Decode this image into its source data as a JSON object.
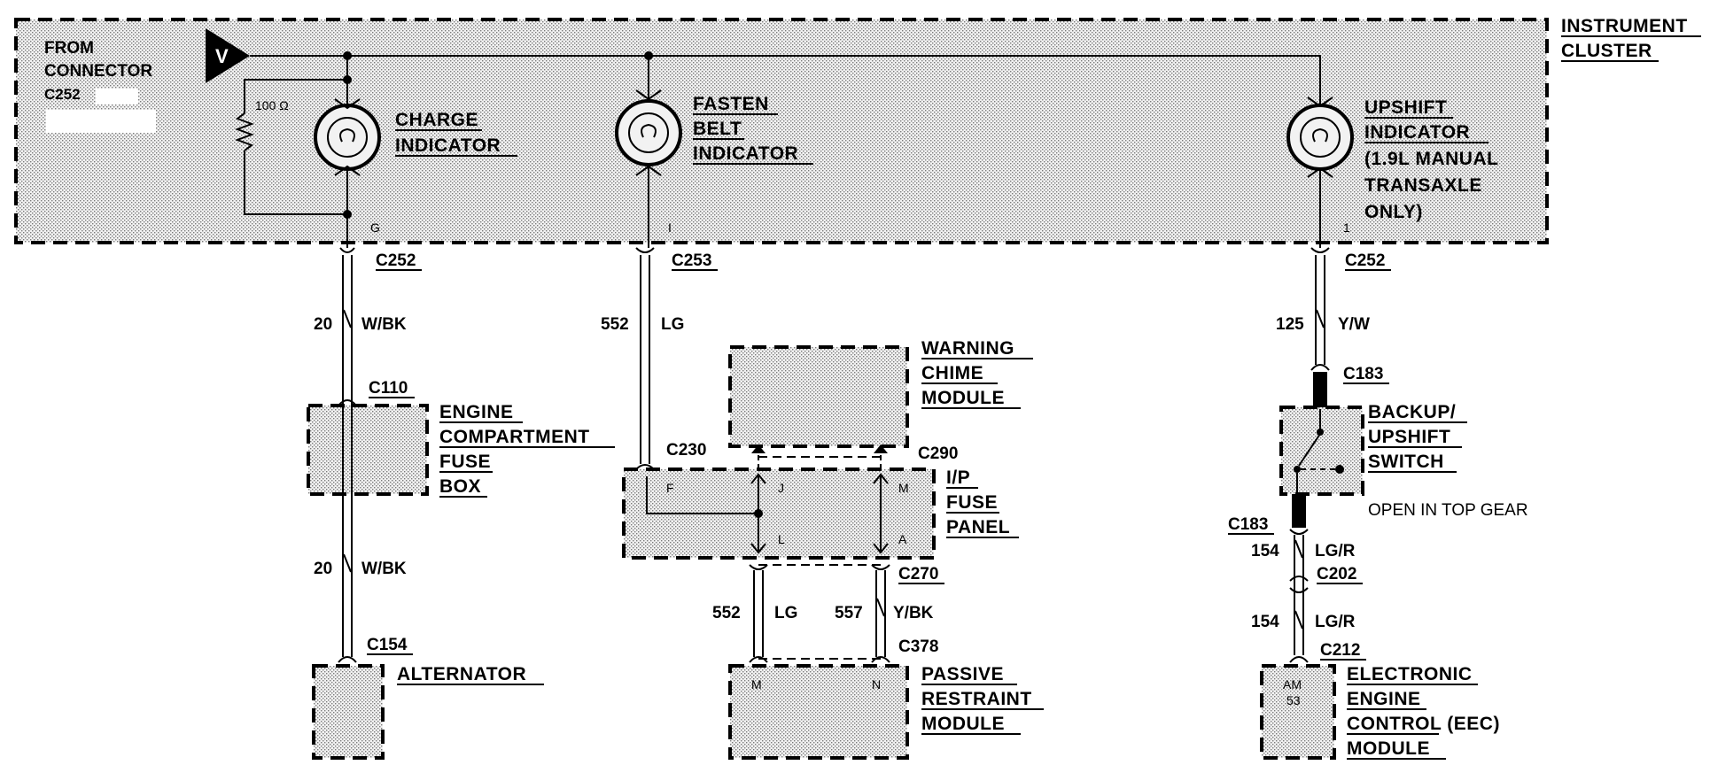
{
  "cluster": {
    "from_connector": [
      "FROM",
      "CONNECTOR",
      "C252"
    ],
    "source_symbol": "V",
    "title": [
      "INSTRUMENT",
      "CLUSTER"
    ],
    "resistor_label": "100 Ω",
    "charge": [
      "CHARGE",
      "INDICATOR"
    ],
    "fasten": [
      "FASTEN",
      "BELT",
      "INDICATOR"
    ],
    "upshift": [
      "UPSHIFT",
      "INDICATOR",
      "(1.9L MANUAL",
      "TRANSAXLE",
      "ONLY)"
    ],
    "pins": [
      "G",
      "I",
      "1"
    ]
  },
  "connectors": {
    "c252_left": "C252",
    "c253": "C253",
    "c252_right": "C252",
    "c110": "C110",
    "c154": "C154",
    "c230": "C230",
    "c290": "C290",
    "c270": "C270",
    "c378": "C378",
    "c183_top": "C183",
    "c183_bottom": "C183",
    "c202": "C202",
    "c212": "C212"
  },
  "wires": {
    "w1": {
      "number": "20",
      "color": "W/BK"
    },
    "w2": {
      "number": "20",
      "color": "W/BK"
    },
    "w3": {
      "number": "552",
      "color": "LG"
    },
    "w4": {
      "number": "125",
      "color": "Y/W"
    },
    "w5": {
      "number": "552",
      "color": "LG"
    },
    "w6": {
      "number": "557",
      "color": "Y/BK"
    },
    "w7": {
      "number": "154",
      "color": "LG/R"
    },
    "w8": {
      "number": "154",
      "color": "LG/R"
    }
  },
  "components": {
    "fuse_box": [
      "ENGINE",
      "COMPARTMENT",
      "FUSE",
      "BOX"
    ],
    "alternator": "ALTERNATOR",
    "chime": [
      "WARNING",
      "CHIME",
      "MODULE"
    ],
    "ip_fuse": [
      "I/P",
      "FUSE",
      "PANEL"
    ],
    "ip_pins": [
      "F",
      "J",
      "M",
      "L",
      "A"
    ],
    "passive": [
      "PASSIVE",
      "RESTRAINT",
      "MODULE"
    ],
    "passive_pins": [
      "M",
      "N"
    ],
    "backup": [
      "BACKUP/",
      "UPSHIFT",
      "SWITCH"
    ],
    "open_note": "OPEN IN TOP GEAR",
    "eec": [
      "ELECTRONIC",
      "ENGINE",
      "CONTROL (EEC)",
      "MODULE"
    ],
    "eec_pins": [
      "AM",
      "53"
    ]
  }
}
